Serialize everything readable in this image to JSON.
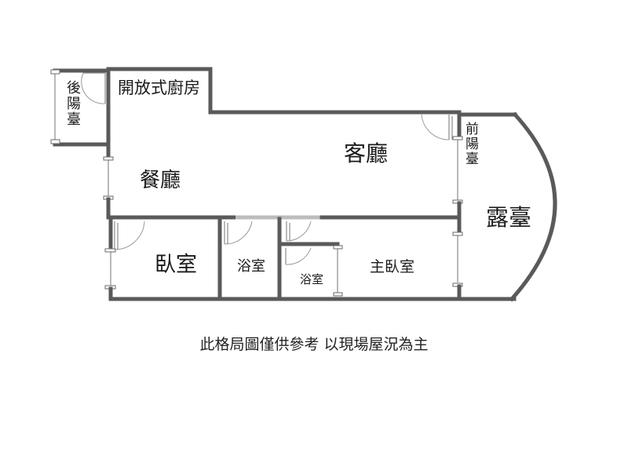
{
  "floorplan": {
    "rooms": {
      "rear_balcony": "後陽臺",
      "open_kitchen": "開放式廚房",
      "dining_room": "餐廳",
      "living_room": "客廳",
      "front_balcony": "前陽臺",
      "terrace": "露臺",
      "bedroom": "臥室",
      "bathroom_1": "浴室",
      "bathroom_2": "浴室",
      "master_bedroom": "主臥室"
    },
    "disclaimer": "此格局圖僅供參考 以現場屋況為主",
    "colors": {
      "wall": "#5a5a5a",
      "background": "#ffffff",
      "text": "#1a1a1a"
    }
  }
}
